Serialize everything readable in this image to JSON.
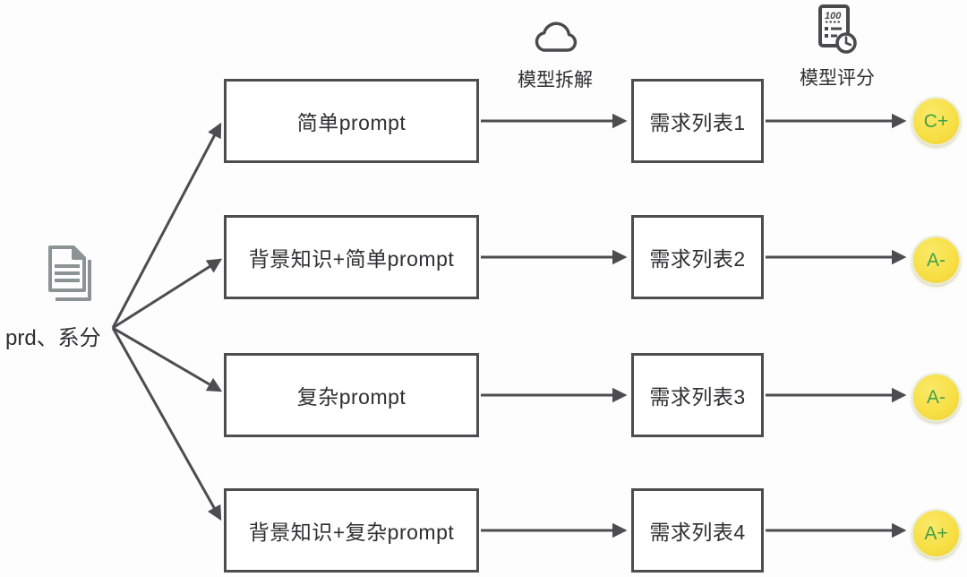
{
  "diagram": {
    "source": {
      "icon": "documents-icon",
      "label": "prd、系分"
    },
    "stage_headers": {
      "decompose": {
        "icon": "cloud-icon",
        "label": "模型拆解"
      },
      "score": {
        "icon": "scorecard-clock-icon",
        "label": "模型评分",
        "icon_text": "100"
      }
    },
    "rows": [
      {
        "prompt": "简单prompt",
        "result": "需求列表1",
        "grade": "C+"
      },
      {
        "prompt": "背景知识+简单prompt",
        "result": "需求列表2",
        "grade": "A-"
      },
      {
        "prompt": "复杂prompt",
        "result": "需求列表3",
        "grade": "A-"
      },
      {
        "prompt": "背景知识+复杂prompt",
        "result": "需求列表4",
        "grade": "A+"
      }
    ],
    "colors": {
      "line": "#4d4d4f",
      "box_border": "#4d4d4f",
      "box_text": "#2f2f31",
      "badge_fill": "#f7df45",
      "badge_text": "#43a047",
      "doc_icon": "#8b9492",
      "background": "#fdfdfd"
    }
  }
}
